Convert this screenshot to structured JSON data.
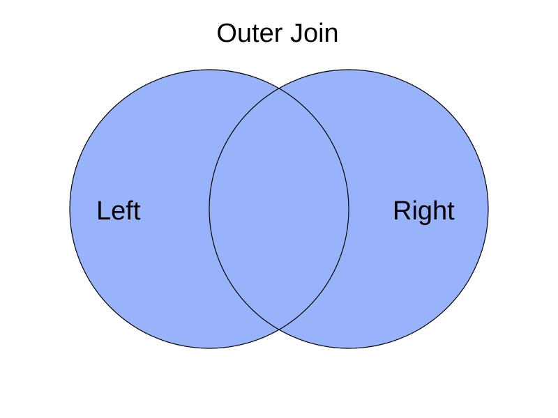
{
  "diagram": {
    "title": "Outer Join",
    "sets": [
      {
        "id": "left",
        "label": "Left"
      },
      {
        "id": "right",
        "label": "Right"
      }
    ],
    "colors": {
      "fill": "#99b3fa",
      "stroke": "#000000",
      "text": "#000000",
      "background": "#ffffff"
    }
  }
}
